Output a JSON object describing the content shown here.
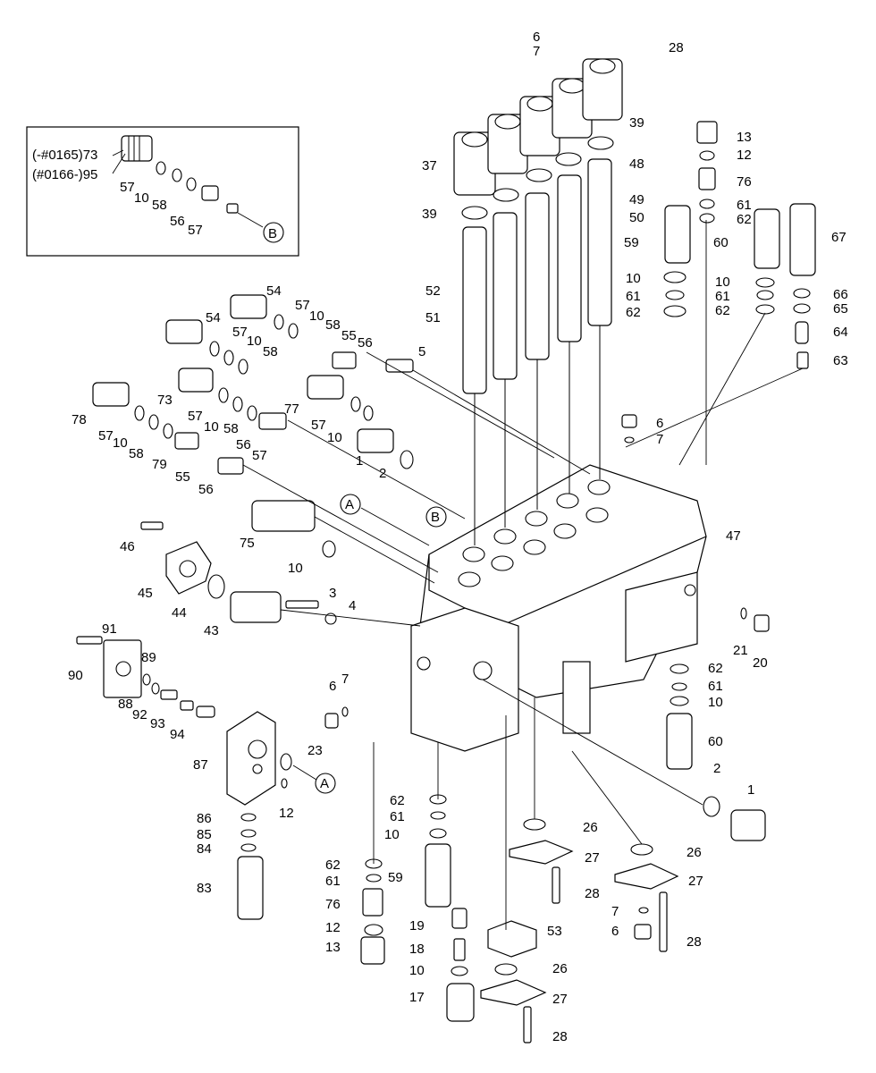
{
  "callouts": [
    {
      "id": "c6a",
      "text": "6"
    },
    {
      "id": "c7a",
      "text": "7"
    },
    {
      "id": "c28a",
      "text": "28"
    },
    {
      "id": "c39a",
      "text": "39"
    },
    {
      "id": "c37",
      "text": "37"
    },
    {
      "id": "c48",
      "text": "48"
    },
    {
      "id": "c39b",
      "text": "39"
    },
    {
      "id": "c49",
      "text": "49"
    },
    {
      "id": "c50",
      "text": "50"
    },
    {
      "id": "c52",
      "text": "52"
    },
    {
      "id": "c51",
      "text": "51"
    },
    {
      "id": "c13a",
      "text": "13"
    },
    {
      "id": "c12a",
      "text": "12"
    },
    {
      "id": "c76a",
      "text": "76"
    },
    {
      "id": "c61a",
      "text": "61"
    },
    {
      "id": "c62a",
      "text": "62"
    },
    {
      "id": "c59a",
      "text": "59"
    },
    {
      "id": "c60a",
      "text": "60"
    },
    {
      "id": "c67",
      "text": "67"
    },
    {
      "id": "c10a",
      "text": "10"
    },
    {
      "id": "c61b",
      "text": "61"
    },
    {
      "id": "c62b",
      "text": "62"
    },
    {
      "id": "c10b",
      "text": "10"
    },
    {
      "id": "c61c",
      "text": "61"
    },
    {
      "id": "c62c",
      "text": "62"
    },
    {
      "id": "c66",
      "text": "66"
    },
    {
      "id": "c65",
      "text": "65"
    },
    {
      "id": "c64",
      "text": "64"
    },
    {
      "id": "c63",
      "text": "63"
    },
    {
      "id": "c54a",
      "text": "54"
    },
    {
      "id": "c57a",
      "text": "57"
    },
    {
      "id": "c10c",
      "text": "10"
    },
    {
      "id": "c54b",
      "text": "54"
    },
    {
      "id": "c58a",
      "text": "58"
    },
    {
      "id": "c55a",
      "text": "55"
    },
    {
      "id": "c56a",
      "text": "56"
    },
    {
      "id": "c57b",
      "text": "57"
    },
    {
      "id": "c10d",
      "text": "10"
    },
    {
      "id": "c58b",
      "text": "58"
    },
    {
      "id": "c5",
      "text": "5"
    },
    {
      "id": "c73",
      "text": "73"
    },
    {
      "id": "c78",
      "text": "78"
    },
    {
      "id": "c57c",
      "text": "57"
    },
    {
      "id": "c10e",
      "text": "10"
    },
    {
      "id": "c58c",
      "text": "58"
    },
    {
      "id": "c56b",
      "text": "56"
    },
    {
      "id": "c77",
      "text": "77"
    },
    {
      "id": "c57d",
      "text": "57"
    },
    {
      "id": "c10f",
      "text": "10"
    },
    {
      "id": "c57e",
      "text": "57"
    },
    {
      "id": "c10g",
      "text": "10"
    },
    {
      "id": "c58d",
      "text": "58"
    },
    {
      "id": "c79",
      "text": "79"
    },
    {
      "id": "c55b",
      "text": "55"
    },
    {
      "id": "c56c",
      "text": "56"
    },
    {
      "id": "c57f",
      "text": "57"
    },
    {
      "id": "c1a",
      "text": "1"
    },
    {
      "id": "c2a",
      "text": "2"
    },
    {
      "id": "c6b",
      "text": "6"
    },
    {
      "id": "c7b",
      "text": "7"
    },
    {
      "id": "c47",
      "text": "47"
    },
    {
      "id": "c46",
      "text": "46"
    },
    {
      "id": "c75",
      "text": "75"
    },
    {
      "id": "c45",
      "text": "45"
    },
    {
      "id": "c10h",
      "text": "10"
    },
    {
      "id": "c44",
      "text": "44"
    },
    {
      "id": "c43",
      "text": "43"
    },
    {
      "id": "c3",
      "text": "3"
    },
    {
      "id": "c4",
      "text": "4"
    },
    {
      "id": "c91",
      "text": "91"
    },
    {
      "id": "c90",
      "text": "90"
    },
    {
      "id": "c89",
      "text": "89"
    },
    {
      "id": "c88",
      "text": "88"
    },
    {
      "id": "c92",
      "text": "92"
    },
    {
      "id": "c93",
      "text": "93"
    },
    {
      "id": "c94",
      "text": "94"
    },
    {
      "id": "c6c",
      "text": "6"
    },
    {
      "id": "c7c",
      "text": "7"
    },
    {
      "id": "c21",
      "text": "21"
    },
    {
      "id": "c20",
      "text": "20"
    },
    {
      "id": "c62d",
      "text": "62"
    },
    {
      "id": "c61d",
      "text": "61"
    },
    {
      "id": "c10i",
      "text": "10"
    },
    {
      "id": "c60b",
      "text": "60"
    },
    {
      "id": "c87",
      "text": "87"
    },
    {
      "id": "c23",
      "text": "23"
    },
    {
      "id": "c12b",
      "text": "12"
    },
    {
      "id": "c2b",
      "text": "2"
    },
    {
      "id": "c1b",
      "text": "1"
    },
    {
      "id": "c62e",
      "text": "62"
    },
    {
      "id": "c61e",
      "text": "61"
    },
    {
      "id": "c10j",
      "text": "10"
    },
    {
      "id": "c26a",
      "text": "26"
    },
    {
      "id": "c27a",
      "text": "27"
    },
    {
      "id": "c28b",
      "text": "28"
    },
    {
      "id": "c26b",
      "text": "26"
    },
    {
      "id": "c27b",
      "text": "27"
    },
    {
      "id": "c7d",
      "text": "7"
    },
    {
      "id": "c6d",
      "text": "6"
    },
    {
      "id": "c28c",
      "text": "28"
    },
    {
      "id": "c86",
      "text": "86"
    },
    {
      "id": "c85",
      "text": "85"
    },
    {
      "id": "c84",
      "text": "84"
    },
    {
      "id": "c83",
      "text": "83"
    },
    {
      "id": "c62f",
      "text": "62"
    },
    {
      "id": "c61f",
      "text": "61"
    },
    {
      "id": "c59b",
      "text": "59"
    },
    {
      "id": "c76b",
      "text": "76"
    },
    {
      "id": "c12c",
      "text": "12"
    },
    {
      "id": "c13b",
      "text": "13"
    },
    {
      "id": "c19",
      "text": "19"
    },
    {
      "id": "c18",
      "text": "18"
    },
    {
      "id": "c10k",
      "text": "10"
    },
    {
      "id": "c17",
      "text": "17"
    },
    {
      "id": "c53",
      "text": "53"
    },
    {
      "id": "c26c",
      "text": "26"
    },
    {
      "id": "c27c",
      "text": "27"
    },
    {
      "id": "c28d",
      "text": "28"
    }
  ],
  "inset": {
    "line1": "(-#0165)73",
    "line2": "(#0166-)95",
    "labels": [
      "57",
      "10",
      "58",
      "56",
      "57"
    ],
    "ref": "B"
  },
  "refs": {
    "a1": "A",
    "a2": "A",
    "b1": "B"
  }
}
